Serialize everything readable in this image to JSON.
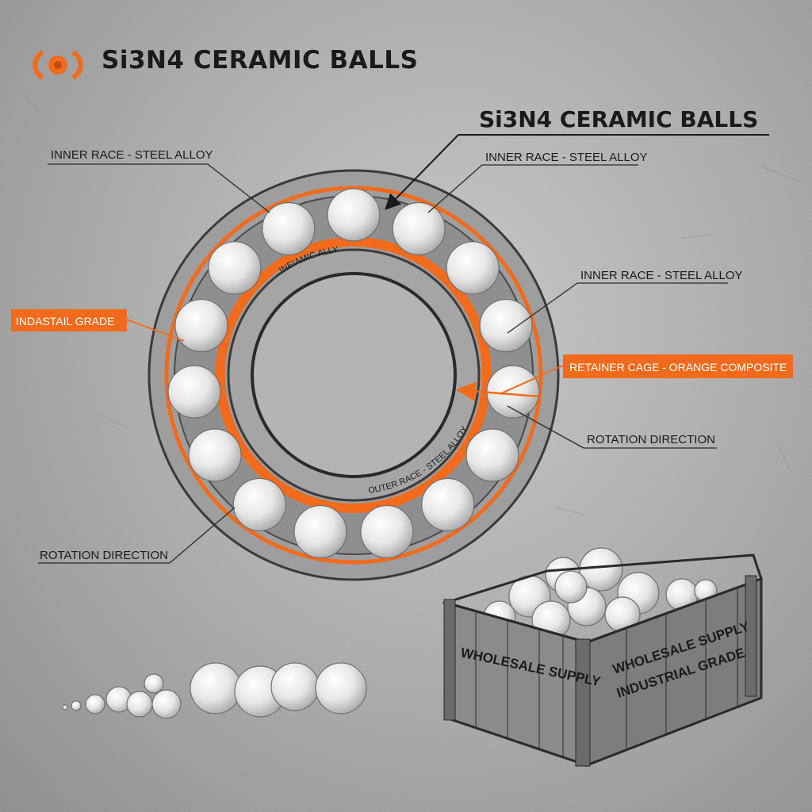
{
  "header": {
    "logo": "bearing-gear-logo",
    "title": "Si3N4 CERAMIC BALLS"
  },
  "callout_title": "Si3N4 CERAMIC BALLS",
  "labels": {
    "inner_race_top_left": "INNER RACE - STEEL ALLOY",
    "inner_race_top_right": "INNER RACE - STEEL ALLOY",
    "inner_race_right": "INNER RACE - STEEL ALLOY",
    "industrial_grade_badge": "INDASTAIL GRADE",
    "retainer_cage_badge": "RETAINER CAGE - ORANGE COMPOSITE",
    "rotation_direction_right": "ROTATION DIRECTION",
    "rotation_direction_left": "ROTATION DIRECTION",
    "ring_arc_top": "INEIAMIC ALLY",
    "ring_arc_bottom": "OUTER RACE - STEEL ALLOY"
  },
  "crate": {
    "front_text": "WHOLESALE SUPPLY",
    "side_text_line1": "WHOLESALE SUPPLY",
    "side_text_line2": "INDUSTRIAL GRADE"
  },
  "colors": {
    "accent_orange": "#f26a1b",
    "background": "#b0b0b0",
    "steel_ring": "#9a9a9a",
    "ball": "#ececec"
  }
}
